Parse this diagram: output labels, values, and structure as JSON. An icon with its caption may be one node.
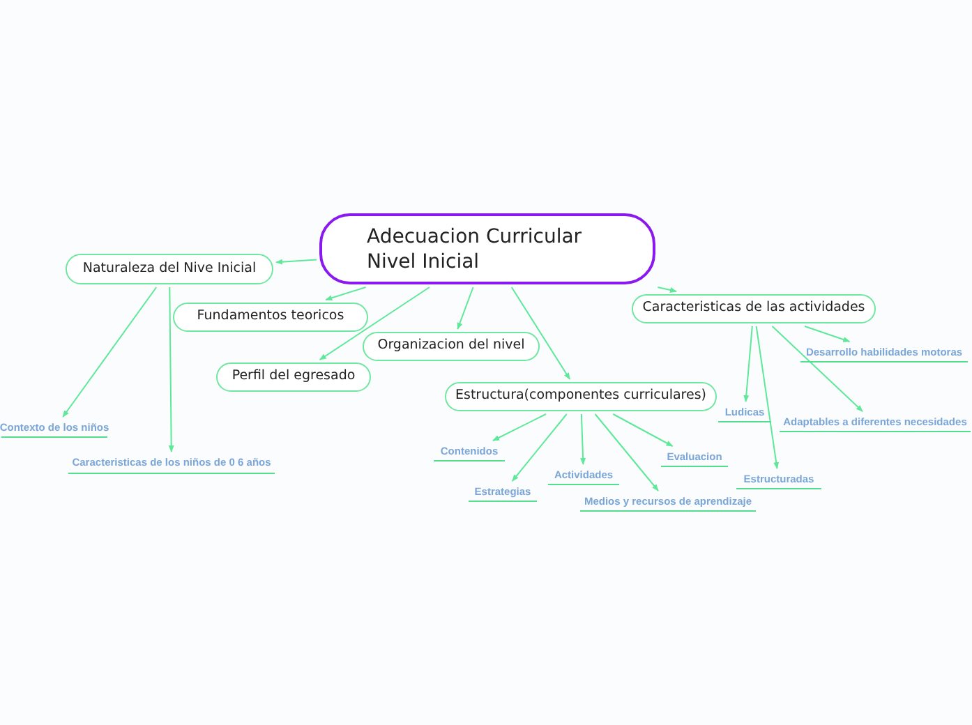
{
  "diagram": {
    "nodes": [
      {
        "text": [
          "Adecuacion Curricular Nivel Inicial"
        ]
      },
      {
        "text": [
          "Naturaleza del Nive Inicial"
        ]
      },
      {
        "text": [
          "Fundamentos teoricos"
        ]
      },
      {
        "text": [
          "Organizacion del nivel"
        ]
      },
      {
        "text": [
          "Perfil del egresado"
        ]
      },
      {
        "text": [
          "Estructura(componentes curriculares)"
        ]
      },
      {
        "text": [
          "Caracteristicas de las actividades"
        ]
      },
      {
        "text": [
          "Contexto de los niños"
        ]
      },
      {
        "text": [
          "Caracteristicas de los niños de 0 6 años"
        ]
      },
      {
        "text": [
          "Contenidos"
        ]
      },
      {
        "text": [
          "Estrategias"
        ]
      },
      {
        "text": [
          "Actividades"
        ]
      },
      {
        "text": [
          "Medios y recursos de aprendizaje"
        ]
      },
      {
        "text": [
          "Evaluacion"
        ]
      },
      {
        "text": [
          "Ludicas"
        ]
      },
      {
        "text": [
          "Estructuradas"
        ]
      },
      {
        "text": [
          "Desarrollo habilidades motoras"
        ]
      },
      {
        "text": [
          "Adaptables a diferentes necesidades"
        ]
      }
    ],
    "edges": [
      {
        "from": 0,
        "to": 1,
        "arrow": "to"
      },
      {
        "from": 0,
        "to": 2,
        "arrow": "to"
      },
      {
        "from": 0,
        "to": 3,
        "arrow": "to"
      },
      {
        "from": 0,
        "to": 4,
        "arrow": "to"
      },
      {
        "from": 0,
        "to": 5,
        "arrow": "to"
      },
      {
        "from": 0,
        "to": 6,
        "arrow": "to"
      },
      {
        "from": 1,
        "to": 7,
        "arrow": "to"
      },
      {
        "from": 1,
        "to": 8,
        "arrow": "to"
      },
      {
        "from": 5,
        "to": 9,
        "arrow": "to"
      },
      {
        "from": 5,
        "to": 10,
        "arrow": "to"
      },
      {
        "from": 5,
        "to": 11,
        "arrow": "to"
      },
      {
        "from": 5,
        "to": 12,
        "arrow": "to"
      },
      {
        "from": 5,
        "to": 13,
        "arrow": "to"
      },
      {
        "from": 6,
        "to": 14,
        "arrow": "to"
      },
      {
        "from": 6,
        "to": 15,
        "arrow": "to"
      },
      {
        "from": 6,
        "to": 16,
        "arrow": "to"
      },
      {
        "from": 6,
        "to": 17,
        "arrow": "to"
      }
    ]
  }
}
